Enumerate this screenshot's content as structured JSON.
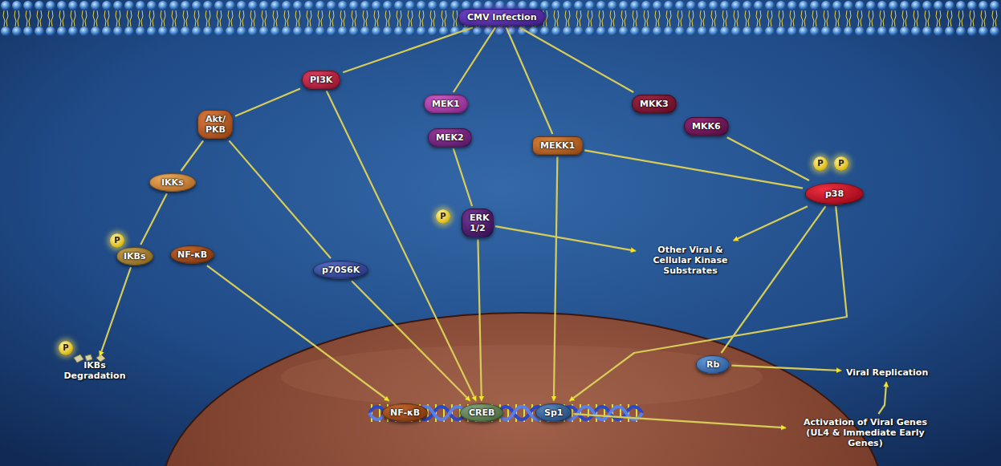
{
  "diagram": {
    "nodes": [
      {
        "text": [
          "CMV Infection"
        ]
      },
      {
        "text": [
          "PI3K"
        ]
      },
      {
        "text": [
          "MEK1"
        ]
      },
      {
        "text": [
          "MKK3"
        ]
      },
      {
        "text": [
          "Akt/ PKB"
        ]
      },
      {
        "text": [
          "MKK6"
        ]
      },
      {
        "text": [
          "MEK2"
        ]
      },
      {
        "text": [
          "MEKK1"
        ]
      },
      {
        "text": [
          "IKKs"
        ]
      },
      {
        "text": [
          "p38"
        ]
      },
      {
        "text": [
          "ERK 1/2"
        ]
      },
      {
        "text": [
          "IKBs"
        ]
      },
      {
        "text": [
          "NF-κB"
        ]
      },
      {
        "text": [
          "p70S6K"
        ]
      },
      {
        "text": [
          "Other Viral & Cellular Kinase Substrates"
        ]
      },
      {
        "text": [
          "IKBs Degradation"
        ]
      },
      {
        "text": [
          "Rb"
        ]
      },
      {
        "text": [
          "Viral Replication"
        ]
      },
      {
        "text": [
          "NF-κB"
        ]
      },
      {
        "text": [
          "CREB"
        ]
      },
      {
        "text": [
          "Sp1"
        ]
      },
      {
        "text": [
          "Activation of Viral Genes (UL4 & Immediate Early Genes)"
        ]
      }
    ],
    "edges": [
      {
        "from": 0,
        "to": 1,
        "arrow": "none"
      },
      {
        "from": 0,
        "to": 2,
        "arrow": "none"
      },
      {
        "from": 0,
        "to": 7,
        "arrow": "none"
      },
      {
        "from": 0,
        "to": 3,
        "arrow": "none"
      },
      {
        "from": 1,
        "to": 4,
        "arrow": "none"
      },
      {
        "from": 1,
        "to": 19,
        "arrow": "to"
      },
      {
        "from": 6,
        "to": 10,
        "arrow": "none"
      },
      {
        "from": 10,
        "to": 14,
        "arrow": "to"
      },
      {
        "from": 10,
        "to": 19,
        "arrow": "to"
      },
      {
        "from": 7,
        "to": 20,
        "arrow": "to"
      },
      {
        "from": 7,
        "to": 9,
        "arrow": "none"
      },
      {
        "from": 5,
        "to": 9,
        "arrow": "none"
      },
      {
        "from": 9,
        "to": 14,
        "arrow": "to"
      },
      {
        "from": 9,
        "to": 20,
        "arrow": "to"
      },
      {
        "from": 9,
        "to": 16,
        "arrow": "none"
      },
      {
        "from": 16,
        "to": 17,
        "arrow": "to"
      },
      {
        "from": 4,
        "to": 8,
        "arrow": "none"
      },
      {
        "from": 4,
        "to": 13,
        "arrow": "none"
      },
      {
        "from": 8,
        "to": 11,
        "arrow": "none"
      },
      {
        "from": 11,
        "to": 15,
        "arrow": "to"
      },
      {
        "from": 12,
        "to": 18,
        "arrow": "to"
      },
      {
        "from": 13,
        "to": 19,
        "arrow": "to"
      },
      {
        "from": 20,
        "to": 21,
        "arrow": "to"
      },
      {
        "from": 21,
        "to": 17,
        "arrow": "to"
      }
    ],
    "labels": [
      "P",
      "P",
      "P",
      "P",
      "P"
    ]
  }
}
